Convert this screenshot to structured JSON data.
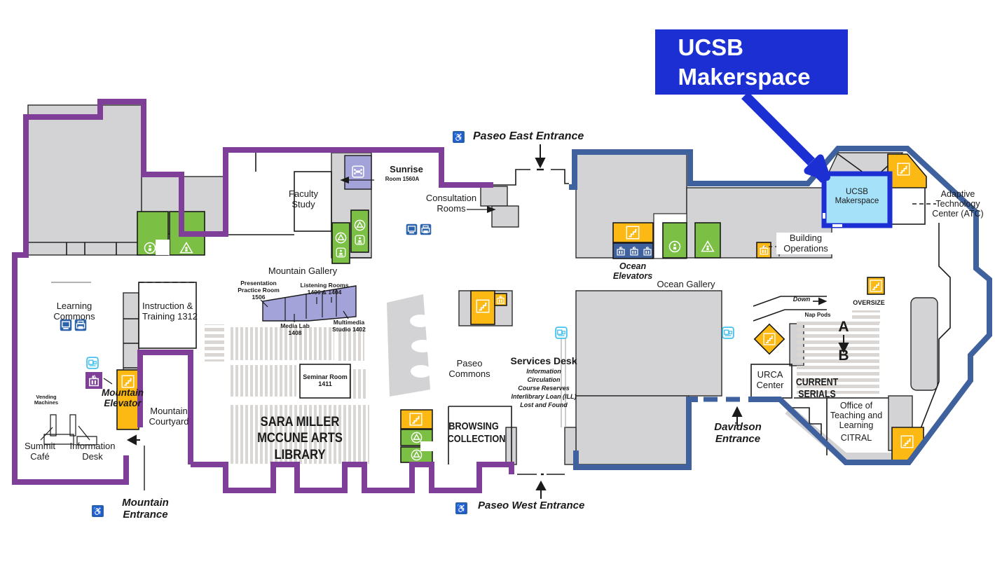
{
  "callout": {
    "text": "UCSB Makerspace"
  },
  "entrances": {
    "paseo_east": "Paseo East Entrance",
    "paseo_west": "Paseo West Entrance",
    "mountain": "Mountain Entrance",
    "davidson": "Davidson Entrance"
  },
  "rooms": {
    "sunrise": "Sunrise Room",
    "sunrise_number": "Room 1560A",
    "faculty_study": "Faculty Study",
    "consultation": "Consultation Rooms",
    "mountain_gallery": "Mountain Gallery",
    "learning_commons": "Learning Commons",
    "instruction": "Instruction & Training 1312",
    "presentation": "Presentation Practice Room 1506",
    "listening": "Listening Rooms 1406 & 1404",
    "media_lab": "Media Lab 1408",
    "multimedia": "Multimedia Studio 1402",
    "seminar": "Seminar Room 1411",
    "arts_library": "SARA MILLER MCCUNE ARTS LIBRARY",
    "vending": "Vending Machines",
    "mountain_elevator": "Mountain Elevator",
    "mountain_courtyard": "Mountain Courtyard",
    "summit_cafe": "Summit Café",
    "information_desk": "Information Desk",
    "paseo_commons": "Paseo Commons",
    "browsing": "BROWSING COLLECTION",
    "ocean_elevators": "Ocean Elevators",
    "ocean_gallery": "Ocean Gallery",
    "building_operations": "Building Operations",
    "makerspace": "UCSB Makerspace",
    "atc": "Adaptive Technology Center (ATC)",
    "down": "Down",
    "oversize": "OVERSIZE",
    "nap_pods": "Nap Pods",
    "section_a": "A",
    "section_b": "B",
    "urca": "URCA Center",
    "current_serials": "CURRENT SERIALS",
    "otl": "Office of Teaching and Learning",
    "citral": "CITRAL"
  },
  "services_desk": {
    "title": "Services Desk",
    "items": [
      "Information",
      "Circulation",
      "Course Reserves",
      "Interlibrary Loan (ILL)",
      "Lost and Found"
    ]
  },
  "icons": {
    "stairs-icon": "diagonal steps in square",
    "elevator-icon": "elevator car with up-down arrows",
    "all-gender-restroom-icon": "triangle in circle",
    "womens-restroom-icon": "person in circle",
    "mens-restroom-icon": "person in triangle",
    "baby-changing-icon": "person in rounded square",
    "computer-icon": "monitor",
    "printer-icon": "printer",
    "book-kiosk-icon": "open book kiosk",
    "meeting-room-icon": "people around table",
    "wheelchair-icon": "♿"
  },
  "colors": {
    "mountain_purple": "#7f3f98",
    "ocean_blue": "#3f619e",
    "callout_blue": "#1b2fd3",
    "makerspace_fill": "#a5e1f8",
    "stairs_yellow": "#fdb913",
    "restroom_green": "#7bbf44",
    "room_lavender": "#a3a3d9",
    "fill_gray": "#d3d2d4",
    "icon_blue": "#2b63ad",
    "kiosk_light_blue": "#45c1f2"
  }
}
